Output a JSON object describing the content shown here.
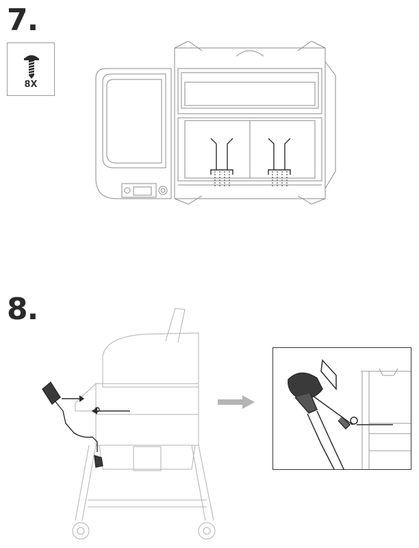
{
  "steps": [
    {
      "number": "7.",
      "parts": {
        "quantity_label": "8X",
        "part_icon": "screw-icon"
      }
    },
    {
      "number": "8."
    }
  ],
  "colors": {
    "ink": "#2a2a2a",
    "line_gray": "#8a8a8a",
    "arrow_gray": "#b5b5b5",
    "light_gray": "#c8c8c8"
  }
}
